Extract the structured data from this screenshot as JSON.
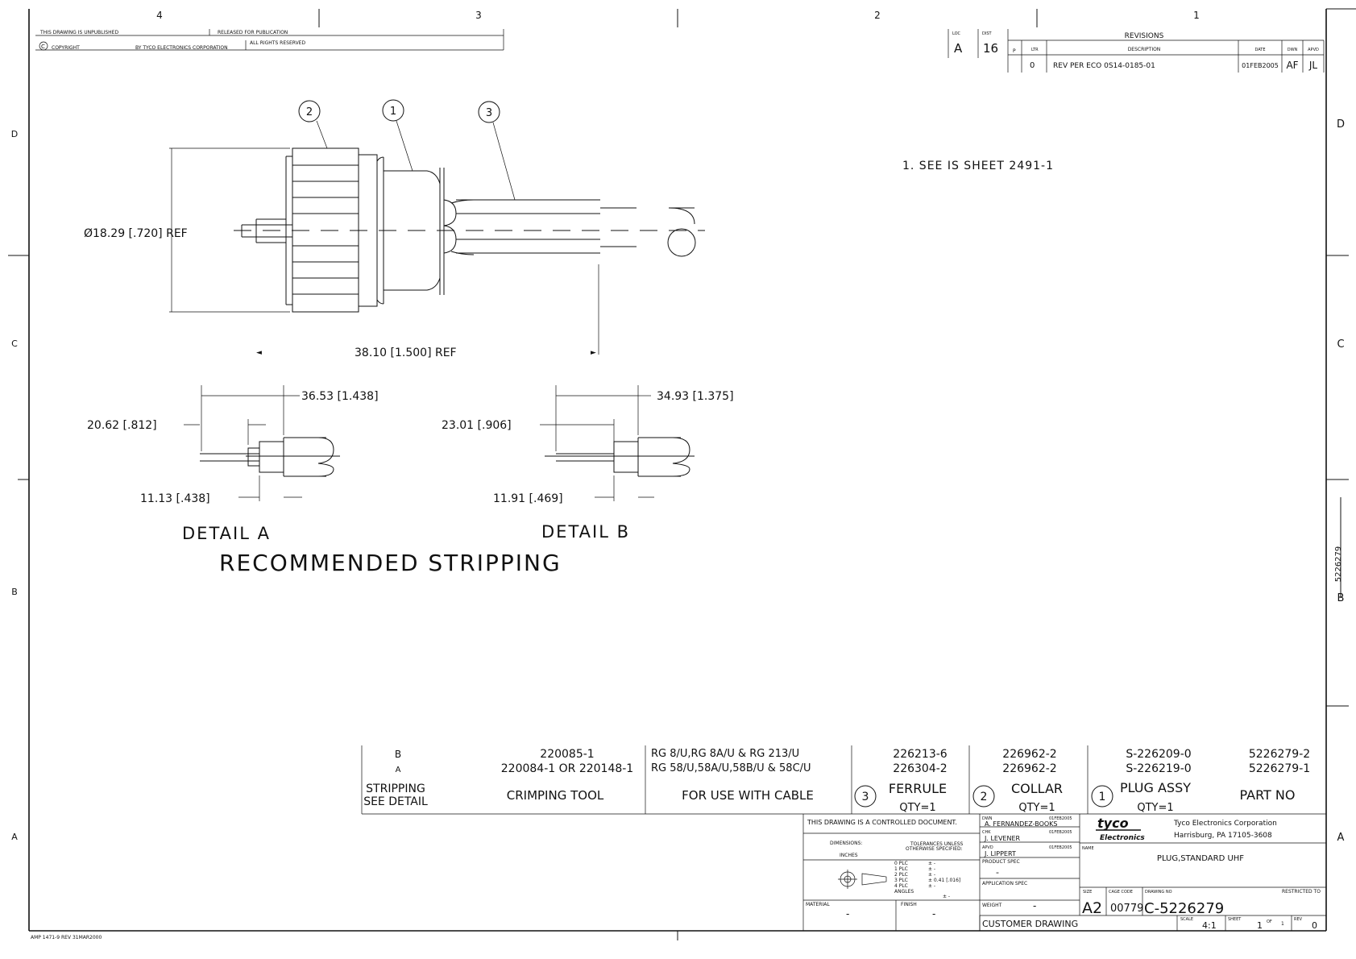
{
  "zones": {
    "top": [
      "4",
      "3",
      "2",
      "1"
    ],
    "left": [
      "D",
      "C",
      "B",
      "A"
    ],
    "right": [
      "D",
      "C",
      "B",
      "A"
    ]
  },
  "header": {
    "unpublished": "THIS DRAWING IS UNPUBLISHED",
    "released": "RELEASED FOR PUBLICATION",
    "rights": "ALL RIGHTS RESERVED",
    "copyright": "COPYRIGHT",
    "by": "BY TYCO ELECTRONICS CORPORATION"
  },
  "revisions": {
    "title": "REVISIONS",
    "loc_label": "LOC",
    "loc_value": "A",
    "dist_label": "DIST",
    "dist_value": "16",
    "p_label": "P",
    "ltr_label": "LTR",
    "ltr_value": "0",
    "desc_label": "DESCRIPTION",
    "desc_value": "REV PER ECO 0S14-0185-01",
    "date_label": "DATE",
    "date_value": "01FEB2005",
    "dwn_label": "DWN",
    "dwn_value": "AF",
    "apvd_label": "APVD",
    "apvd_value": "JL"
  },
  "note": "1.   SEE  IS  SHEET  2491-1",
  "callouts": [
    "2",
    "1",
    "3"
  ],
  "dims": {
    "diameter": "Ø18.29 [.720] REF",
    "length": "38.10 [1.500] REF",
    "a_total": "36.53 [1.438]",
    "a_jacket": "20.62 [.812]",
    "a_braid": "11.13 [.438]",
    "b_total": "34.93 [1.375]",
    "b_jacket": "23.01 [.906]",
    "b_braid": "11.91 [.469]"
  },
  "details": {
    "a": "DETAIL  A",
    "b": "DETAIL  B",
    "heading": "RECOMMENDED  STRIPPING"
  },
  "part_table": {
    "rows": [
      {
        "strip": "B",
        "tool": "220085-1",
        "cable": "RG 8/U,RG 8A/U & RG 213/U",
        "ferrule": "226213-6",
        "collar": "226962-2",
        "plug": "S-226209-0",
        "part": "5226279-2"
      },
      {
        "strip": "A",
        "tool": "220084-1 OR 220148-1",
        "cable": "RG 58/U,58A/U,58B/U & 58C/U",
        "ferrule": "226304-2",
        "collar": "226962-2",
        "plug": "S-226219-0",
        "part": "5226279-1"
      }
    ],
    "headers": {
      "strip": "STRIPPING",
      "strip2": "SEE DETAIL",
      "tool": "CRIMPING TOOL",
      "cable": "FOR USE WITH CABLE",
      "ferrule_num": "3",
      "ferrule": "FERRULE",
      "ferrule_qty": "QTY=1",
      "collar_num": "2",
      "collar": "COLLAR",
      "collar_qty": "QTY=1",
      "plug_num": "1",
      "plug": "PLUG ASSY",
      "plug_qty": "QTY=1",
      "part": "PART NO"
    }
  },
  "title_block": {
    "controlled": "THIS DRAWING IS A CONTROLLED DOCUMENT.",
    "dimensions": "DIMENSIONS:",
    "inches": "INCHES",
    "tolerances": "TOLERANCES UNLESS",
    "otherwise": "OTHERWISE SPECIFIED:",
    "plc": [
      "0 PLC",
      "1 PLC",
      "2 PLC",
      "3 PLC",
      "4 PLC",
      "ANGLES"
    ],
    "plc_tol": [
      "± -",
      "± -",
      "± -",
      "± 0.41 [.016]",
      "± -",
      "± -"
    ],
    "material": "MATERIAL",
    "material_value": "-",
    "finish": "FINISH",
    "finish_value": "-",
    "dwn_label": "DWN",
    "dwn_name": "A. FERNANDEZ-BOOKS",
    "dwn_date": "01FEB2005",
    "chk_label": "CHK",
    "chk_name": "J. LEVENER",
    "chk_date": "01FEB2005",
    "appvd_label": "APVD",
    "appvd_name": "J. LIPPERT",
    "appvd_date": "01FEB2005",
    "product_spec": "PRODUCT SPEC",
    "product_spec_value": "-",
    "application_spec": "APPLICATION SPEC",
    "weight": "WEIGHT",
    "weight_value": "-",
    "logo_top": "tyco",
    "logo_bottom": "Electronics",
    "company": "Tyco Electronics Corporation",
    "address": "Harrisburg, PA 17105-3608",
    "name_label": "NAME",
    "name_value": "PLUG,STANDARD UHF",
    "size_label": "SIZE",
    "size_value": "A2",
    "cage_label": "CAGE CODE",
    "cage_value": "00779",
    "dwgno_label": "DRAWING NO",
    "dwgno_value": "C-5226279",
    "restricted": "RESTRICTED TO",
    "customer": "CUSTOMER DRAWING",
    "scale_label": "SCALE",
    "scale_value": "4:1",
    "sheet_label": "SHEET",
    "sheet_value": "1",
    "of_label": "OF",
    "of_value": "1",
    "rev_label": "REV",
    "rev_value": "0"
  },
  "side_number": "5226279",
  "footer": "AMP 1471-9 REV 31MAR2000"
}
